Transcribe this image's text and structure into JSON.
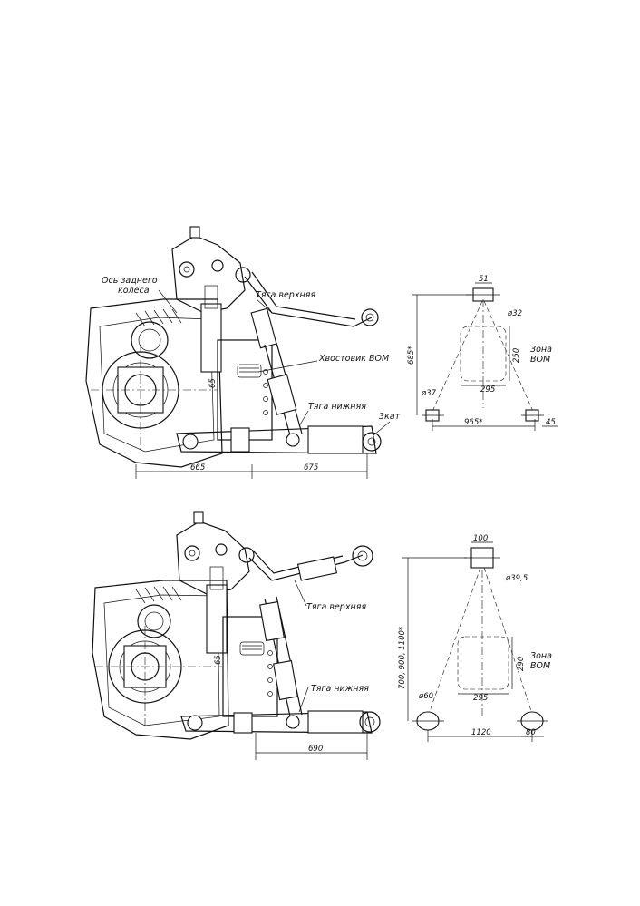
{
  "diagram_top": {
    "labels": {
      "axle": "Ось заднего\nколеса",
      "upper_link": "Тяга верхняя",
      "pto_shaft": "Хвостовик ВОМ",
      "lower_link": "Тяга нижняя",
      "category": "3кат"
    },
    "dims": {
      "d665": "665",
      "d675": "675",
      "d65": "65",
      "d51": "51",
      "d32": "ø32",
      "d685": "685*",
      "d250": "250",
      "zone": "Зона\nВОМ",
      "d295": "295",
      "d37": "ø37",
      "d965": "965*",
      "d45": "45"
    }
  },
  "diagram_bottom": {
    "labels": {
      "upper_link": "Тяга верхняя",
      "lower_link": "Тяга нижняя"
    },
    "dims": {
      "d690": "690",
      "d65": "65",
      "d100": "100",
      "d395": "ø39,5",
      "dheight": "700, 900, 1100*",
      "d290": "290",
      "zone": "Зона\nВОМ",
      "d295": "295",
      "d60": "ø60",
      "d1120": "1120",
      "d80": "80"
    }
  }
}
